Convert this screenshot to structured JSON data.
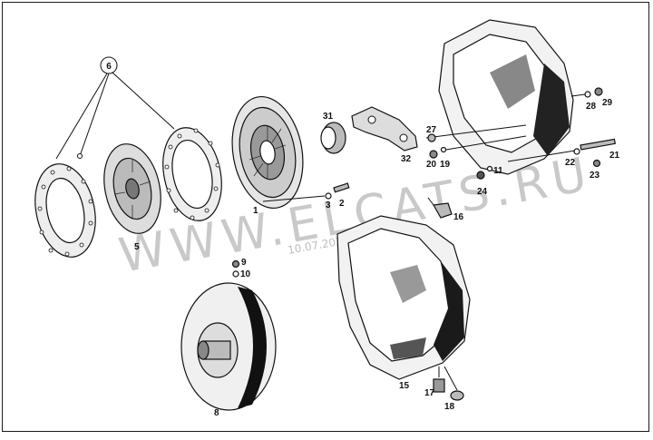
{
  "diagram": {
    "callouts": {
      "c1": "1",
      "c2": "2",
      "c3": "3",
      "c5": "5",
      "c6": "6",
      "c8": "8",
      "c9": "9",
      "c10": "10",
      "c11": "11",
      "c15": "15",
      "c16": "16",
      "c17": "17",
      "c18": "18",
      "c19": "19",
      "c20": "20",
      "c21": "21",
      "c22": "22",
      "c23": "23",
      "c24": "24",
      "c27": "27",
      "c28": "28",
      "c29": "29",
      "c31": "31",
      "c32": "32"
    },
    "watermark": {
      "text": "WWW.ELCATS.RU",
      "date": "10.07.2026"
    },
    "colors": {
      "line": "#111111",
      "watermark": "#c9c9c9",
      "background": "#ffffff"
    }
  }
}
